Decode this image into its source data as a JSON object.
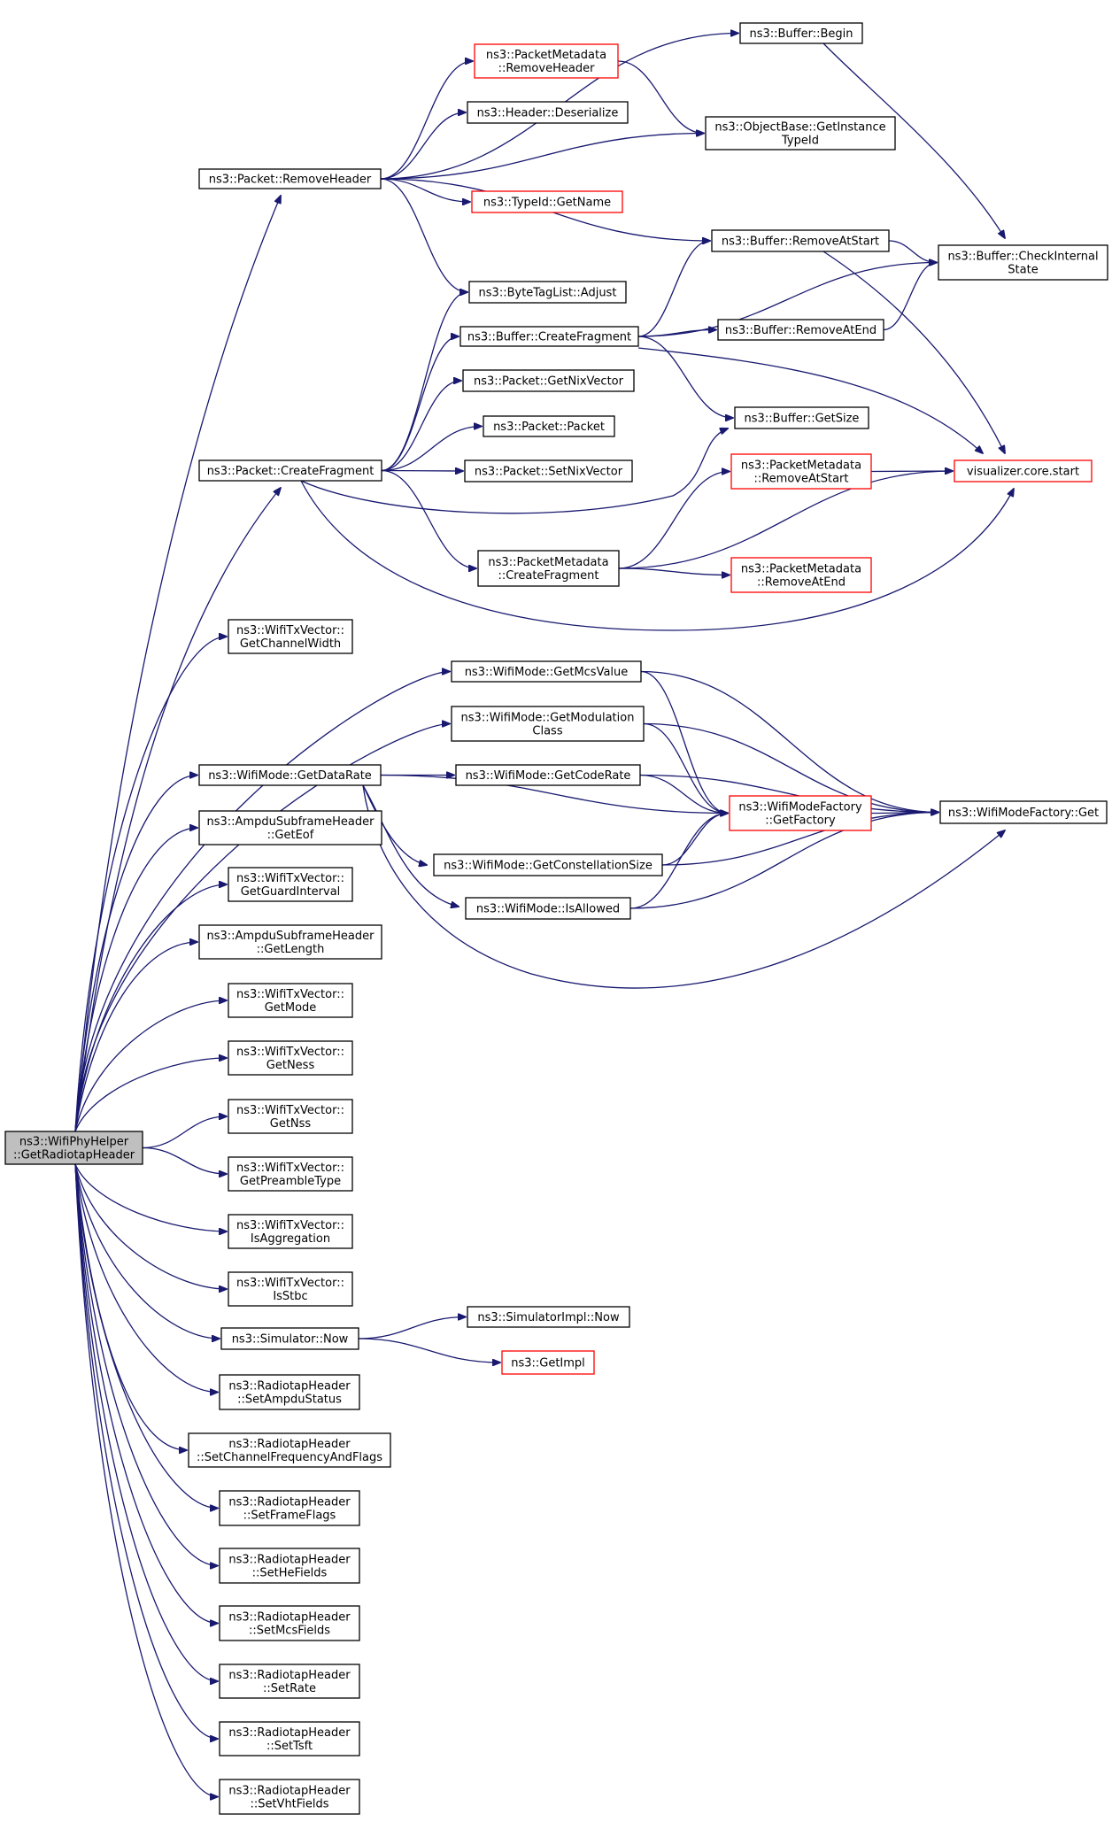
{
  "colors": {
    "edge": "#191970",
    "node_border_black": "#000000",
    "node_border_red": "#ff0000",
    "root_fill": "#bfbfbf",
    "node_fill": "#ffffff"
  },
  "nodes": [
    {
      "id": "root",
      "lines": [
        "ns3::WifiPhyHelper",
        "::GetRadiotapHeader"
      ],
      "border": "black",
      "fill": "gray"
    },
    {
      "id": "pkt_removeheader",
      "lines": [
        "ns3::Packet::RemoveHeader"
      ],
      "border": "black"
    },
    {
      "id": "buffer_begin",
      "lines": [
        "ns3::Buffer::Begin"
      ],
      "border": "black"
    },
    {
      "id": "pm_removeheader",
      "lines": [
        "ns3::PacketMetadata",
        "::RemoveHeader"
      ],
      "border": "red"
    },
    {
      "id": "header_deserialize",
      "lines": [
        "ns3::Header::Deserialize"
      ],
      "border": "black"
    },
    {
      "id": "objectbase_getinstancetypeid",
      "lines": [
        "ns3::ObjectBase::GetInstance",
        "TypeId"
      ],
      "border": "black"
    },
    {
      "id": "typeid_getname",
      "lines": [
        "ns3::TypeId::GetName"
      ],
      "border": "red"
    },
    {
      "id": "buffer_removeatstart",
      "lines": [
        "ns3::Buffer::RemoveAtStart"
      ],
      "border": "black"
    },
    {
      "id": "buffer_checkinternalstate",
      "lines": [
        "ns3::Buffer::CheckInternal",
        "State"
      ],
      "border": "black"
    },
    {
      "id": "bytetaglist_adjust",
      "lines": [
        "ns3::ByteTagList::Adjust"
      ],
      "border": "black"
    },
    {
      "id": "buffer_createfragment",
      "lines": [
        "ns3::Buffer::CreateFragment"
      ],
      "border": "black"
    },
    {
      "id": "buffer_removeatend",
      "lines": [
        "ns3::Buffer::RemoveAtEnd"
      ],
      "border": "black"
    },
    {
      "id": "pkt_getnixvector",
      "lines": [
        "ns3::Packet::GetNixVector"
      ],
      "border": "black"
    },
    {
      "id": "buffer_getsize",
      "lines": [
        "ns3::Buffer::GetSize"
      ],
      "border": "black"
    },
    {
      "id": "pkt_packet",
      "lines": [
        "ns3::Packet::Packet"
      ],
      "border": "black"
    },
    {
      "id": "pkt_createfragment",
      "lines": [
        "ns3::Packet::CreateFragment"
      ],
      "border": "black"
    },
    {
      "id": "pkt_setnixvector",
      "lines": [
        "ns3::Packet::SetNixVector"
      ],
      "border": "black"
    },
    {
      "id": "pm_removeatstart",
      "lines": [
        "ns3::PacketMetadata",
        "::RemoveAtStart"
      ],
      "border": "red"
    },
    {
      "id": "visualizer_core_start",
      "lines": [
        "visualizer.core.start"
      ],
      "border": "red"
    },
    {
      "id": "pm_createfragment",
      "lines": [
        "ns3::PacketMetadata",
        "::CreateFragment"
      ],
      "border": "black"
    },
    {
      "id": "pm_removeatend",
      "lines": [
        "ns3::PacketMetadata",
        "::RemoveAtEnd"
      ],
      "border": "red"
    },
    {
      "id": "txv_getchannelwidth",
      "lines": [
        "ns3::WifiTxVector::",
        "GetChannelWidth"
      ],
      "border": "black"
    },
    {
      "id": "wm_getmcsvalue",
      "lines": [
        "ns3::WifiMode::GetMcsValue"
      ],
      "border": "black"
    },
    {
      "id": "wm_getmodulationclass",
      "lines": [
        "ns3::WifiMode::GetModulation",
        "Class"
      ],
      "border": "black"
    },
    {
      "id": "wm_getdatarate",
      "lines": [
        "ns3::WifiMode::GetDataRate"
      ],
      "border": "black"
    },
    {
      "id": "wm_getcoderate",
      "lines": [
        "ns3::WifiMode::GetCodeRate"
      ],
      "border": "black"
    },
    {
      "id": "wmf_getfactory",
      "lines": [
        "ns3::WifiModeFactory",
        "::GetFactory"
      ],
      "border": "red"
    },
    {
      "id": "wmf_get",
      "lines": [
        "ns3::WifiModeFactory::Get"
      ],
      "border": "black"
    },
    {
      "id": "ampdu_geteof",
      "lines": [
        "ns3::AmpduSubframeHeader",
        "::GetEof"
      ],
      "border": "black"
    },
    {
      "id": "wm_getconstellationsize",
      "lines": [
        "ns3::WifiMode::GetConstellationSize"
      ],
      "border": "black"
    },
    {
      "id": "txv_getguardinterval",
      "lines": [
        "ns3::WifiTxVector::",
        "GetGuardInterval"
      ],
      "border": "black"
    },
    {
      "id": "wm_isallowed",
      "lines": [
        "ns3::WifiMode::IsAllowed"
      ],
      "border": "black"
    },
    {
      "id": "ampdu_getlength",
      "lines": [
        "ns3::AmpduSubframeHeader",
        "::GetLength"
      ],
      "border": "black"
    },
    {
      "id": "txv_getmode",
      "lines": [
        "ns3::WifiTxVector::",
        "GetMode"
      ],
      "border": "black"
    },
    {
      "id": "txv_getness",
      "lines": [
        "ns3::WifiTxVector::",
        "GetNess"
      ],
      "border": "black"
    },
    {
      "id": "txv_getnss",
      "lines": [
        "ns3::WifiTxVector::",
        "GetNss"
      ],
      "border": "black"
    },
    {
      "id": "txv_getpreambletype",
      "lines": [
        "ns3::WifiTxVector::",
        "GetPreambleType"
      ],
      "border": "black"
    },
    {
      "id": "txv_isaggregation",
      "lines": [
        "ns3::WifiTxVector::",
        "IsAggregation"
      ],
      "border": "black"
    },
    {
      "id": "txv_isstbc",
      "lines": [
        "ns3::WifiTxVector::",
        "IsStbc"
      ],
      "border": "black"
    },
    {
      "id": "sim_now",
      "lines": [
        "ns3::Simulator::Now"
      ],
      "border": "black"
    },
    {
      "id": "simimpl_now",
      "lines": [
        "ns3::SimulatorImpl::Now"
      ],
      "border": "black"
    },
    {
      "id": "getimpl",
      "lines": [
        "ns3::GetImpl"
      ],
      "border": "red"
    },
    {
      "id": "rt_setampdustatus",
      "lines": [
        "ns3::RadiotapHeader",
        "::SetAmpduStatus"
      ],
      "border": "black"
    },
    {
      "id": "rt_setchannelfrequencyandflags",
      "lines": [
        "ns3::RadiotapHeader",
        "::SetChannelFrequencyAndFlags"
      ],
      "border": "black"
    },
    {
      "id": "rt_setframeflags",
      "lines": [
        "ns3::RadiotapHeader",
        "::SetFrameFlags"
      ],
      "border": "black"
    },
    {
      "id": "rt_sethefields",
      "lines": [
        "ns3::RadiotapHeader",
        "::SetHeFields"
      ],
      "border": "black"
    },
    {
      "id": "rt_setmcsfields",
      "lines": [
        "ns3::RadiotapHeader",
        "::SetMcsFields"
      ],
      "border": "black"
    },
    {
      "id": "rt_setrate",
      "lines": [
        "ns3::RadiotapHeader",
        "::SetRate"
      ],
      "border": "black"
    },
    {
      "id": "rt_settsft",
      "lines": [
        "ns3::RadiotapHeader",
        "::SetTsft"
      ],
      "border": "black"
    },
    {
      "id": "rt_setvhtfields",
      "lines": [
        "ns3::RadiotapHeader",
        "::SetVhtFields"
      ],
      "border": "black"
    }
  ],
  "edges": [
    {
      "from": "root",
      "to": "pkt_removeheader"
    },
    {
      "from": "root",
      "to": "pkt_createfragment"
    },
    {
      "from": "root",
      "to": "txv_getchannelwidth"
    },
    {
      "from": "root",
      "to": "wm_getmcsvalue"
    },
    {
      "from": "root",
      "to": "wm_getmodulationclass"
    },
    {
      "from": "root",
      "to": "wm_getdatarate"
    },
    {
      "from": "root",
      "to": "ampdu_geteof"
    },
    {
      "from": "root",
      "to": "txv_getguardinterval"
    },
    {
      "from": "root",
      "to": "ampdu_getlength"
    },
    {
      "from": "root",
      "to": "txv_getmode"
    },
    {
      "from": "root",
      "to": "txv_getness"
    },
    {
      "from": "root",
      "to": "txv_getnss"
    },
    {
      "from": "root",
      "to": "txv_getpreambletype"
    },
    {
      "from": "root",
      "to": "txv_isaggregation"
    },
    {
      "from": "root",
      "to": "txv_isstbc"
    },
    {
      "from": "root",
      "to": "sim_now"
    },
    {
      "from": "root",
      "to": "rt_setampdustatus"
    },
    {
      "from": "root",
      "to": "rt_setchannelfrequencyandflags"
    },
    {
      "from": "root",
      "to": "rt_setframeflags"
    },
    {
      "from": "root",
      "to": "rt_sethefields"
    },
    {
      "from": "root",
      "to": "rt_setmcsfields"
    },
    {
      "from": "root",
      "to": "rt_setrate"
    },
    {
      "from": "root",
      "to": "rt_settsft"
    },
    {
      "from": "root",
      "to": "rt_setvhtfields"
    },
    {
      "from": "pkt_removeheader",
      "to": "buffer_begin"
    },
    {
      "from": "pkt_removeheader",
      "to": "pm_removeheader"
    },
    {
      "from": "pkt_removeheader",
      "to": "header_deserialize"
    },
    {
      "from": "pkt_removeheader",
      "to": "objectbase_getinstancetypeid"
    },
    {
      "from": "pkt_removeheader",
      "to": "typeid_getname"
    },
    {
      "from": "pkt_removeheader",
      "to": "buffer_removeatstart"
    },
    {
      "from": "pkt_removeheader",
      "to": "bytetaglist_adjust"
    },
    {
      "from": "buffer_begin",
      "to": "buffer_checkinternalstate"
    },
    {
      "from": "pm_removeheader",
      "to": "objectbase_getinstancetypeid"
    },
    {
      "from": "buffer_removeatstart",
      "to": "buffer_checkinternalstate"
    },
    {
      "from": "buffer_removeatstart",
      "to": "visualizer_core_start"
    },
    {
      "from": "pkt_createfragment",
      "to": "bytetaglist_adjust"
    },
    {
      "from": "pkt_createfragment",
      "to": "buffer_createfragment"
    },
    {
      "from": "pkt_createfragment",
      "to": "pkt_getnixvector"
    },
    {
      "from": "pkt_createfragment",
      "to": "pkt_packet"
    },
    {
      "from": "pkt_createfragment",
      "to": "pkt_setnixvector"
    },
    {
      "from": "pkt_createfragment",
      "to": "buffer_getsize"
    },
    {
      "from": "pkt_createfragment",
      "to": "pm_createfragment"
    },
    {
      "from": "pkt_createfragment",
      "to": "visualizer_core_start"
    },
    {
      "from": "buffer_createfragment",
      "to": "buffer_removeatstart"
    },
    {
      "from": "buffer_createfragment",
      "to": "buffer_checkinternalstate"
    },
    {
      "from": "buffer_createfragment",
      "to": "buffer_removeatend"
    },
    {
      "from": "buffer_createfragment",
      "to": "buffer_getsize"
    },
    {
      "from": "buffer_createfragment",
      "to": "visualizer_core_start"
    },
    {
      "from": "buffer_removeatend",
      "to": "buffer_checkinternalstate"
    },
    {
      "from": "pm_removeatstart",
      "to": "visualizer_core_start"
    },
    {
      "from": "pm_createfragment",
      "to": "pm_removeatstart"
    },
    {
      "from": "pm_createfragment",
      "to": "visualizer_core_start"
    },
    {
      "from": "pm_createfragment",
      "to": "pm_removeatend"
    },
    {
      "from": "wm_getmcsvalue",
      "to": "wmf_getfactory"
    },
    {
      "from": "wm_getmcsvalue",
      "to": "wmf_get"
    },
    {
      "from": "wm_getmodulationclass",
      "to": "wmf_getfactory"
    },
    {
      "from": "wm_getmodulationclass",
      "to": "wmf_get"
    },
    {
      "from": "wm_getdatarate",
      "to": "wm_getcoderate"
    },
    {
      "from": "wm_getdatarate",
      "to": "wmf_getfactory"
    },
    {
      "from": "wm_getdatarate",
      "to": "wm_getconstellationsize"
    },
    {
      "from": "wm_getdatarate",
      "to": "wm_isallowed"
    },
    {
      "from": "wm_getdatarate",
      "to": "wmf_get"
    },
    {
      "from": "wm_getcoderate",
      "to": "wmf_getfactory"
    },
    {
      "from": "wm_getcoderate",
      "to": "wmf_get"
    },
    {
      "from": "wmf_getfactory",
      "to": "wmf_get"
    },
    {
      "from": "wm_getconstellationsize",
      "to": "wmf_getfactory"
    },
    {
      "from": "wm_getconstellationsize",
      "to": "wmf_get"
    },
    {
      "from": "wm_isallowed",
      "to": "wmf_getfactory"
    },
    {
      "from": "wm_isallowed",
      "to": "wmf_get"
    },
    {
      "from": "sim_now",
      "to": "simimpl_now"
    },
    {
      "from": "sim_now",
      "to": "getimpl"
    }
  ]
}
